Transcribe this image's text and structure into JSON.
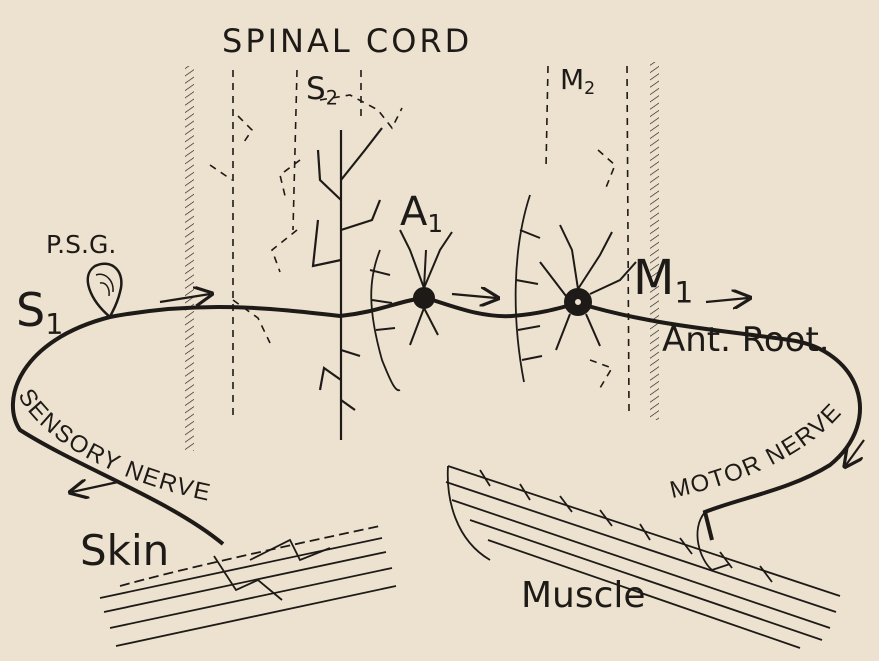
{
  "labels": {
    "spinal_cord": "SPINAL CORD",
    "s2_letter": "S",
    "s2_sub": "2",
    "m2_letter": "M",
    "m2_sub": "2",
    "a1_letter": "A",
    "a1_sub": "1",
    "psg": "P.S.G.",
    "s1_letter": "S",
    "s1_sub": "1",
    "m1_letter": "M",
    "m1_sub": "1",
    "ant_root": "Ant. Root.",
    "sensory_nerve": "SENSORY NERVE",
    "motor_nerve": "MOTOR NERVE",
    "skin": "Skin",
    "muscle": "Muscle"
  },
  "colors": {
    "background": "#ede2cf",
    "ink": "#1d1a17"
  }
}
